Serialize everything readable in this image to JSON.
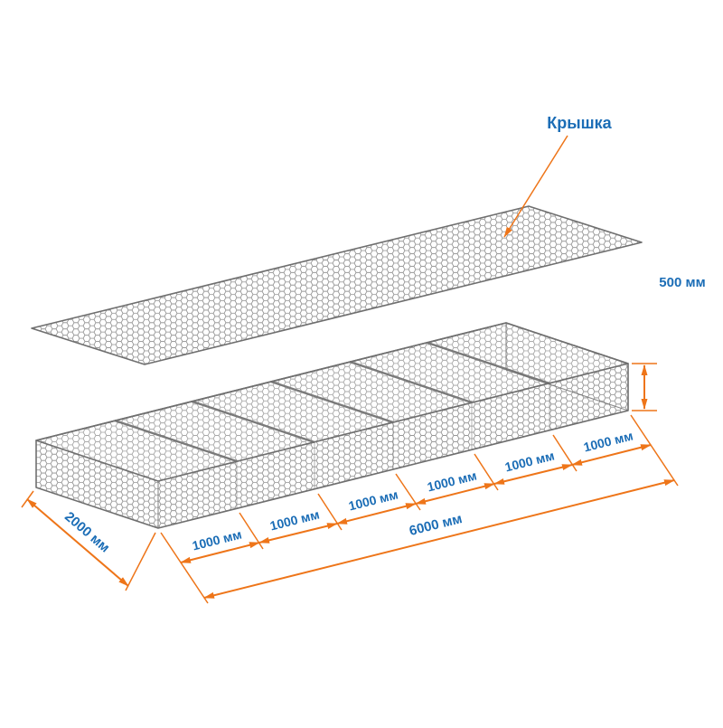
{
  "diagram": {
    "type": "gabion-mattress-exploded-view",
    "lid_label": "Крышка",
    "dimensions": {
      "height": "500 мм",
      "width": "2000 мм",
      "length": "6000 мм",
      "segments": [
        "1000 мм",
        "1000 мм",
        "1000 мм",
        "1000 мм",
        "1000 мм",
        "1000 мм"
      ]
    },
    "colors": {
      "dimension": "#ee7519",
      "label_text": "#1b6db6",
      "mesh": "#909090",
      "edge": "#6f6f6f"
    }
  }
}
